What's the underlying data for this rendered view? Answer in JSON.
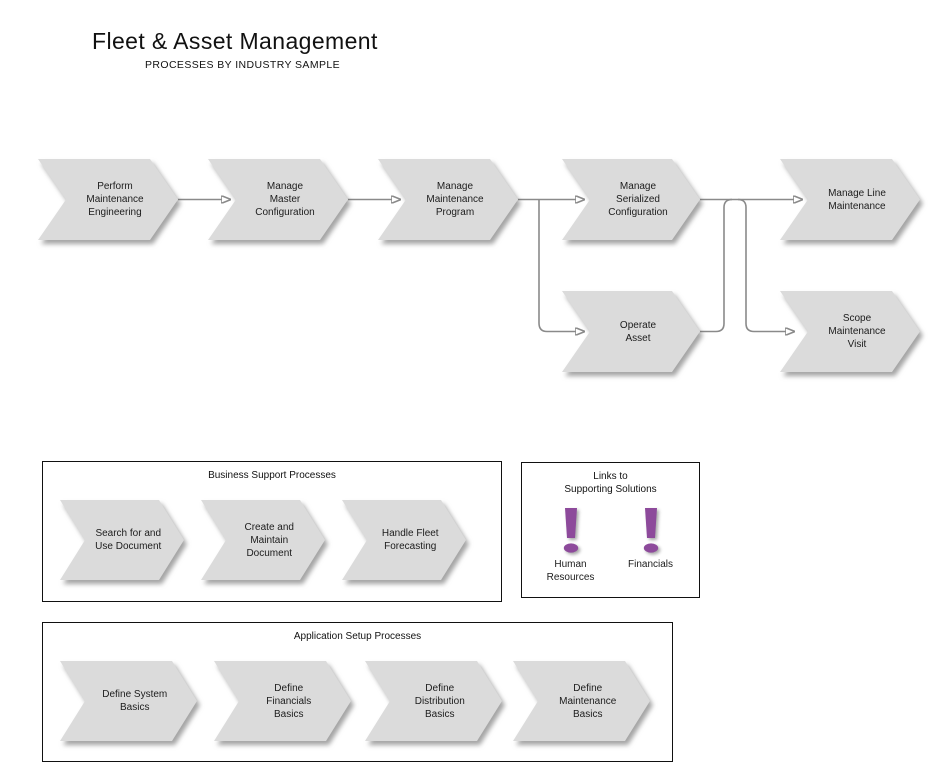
{
  "header": {
    "title": "Fleet & Asset Management",
    "subtitle": "PROCESSES BY INDUSTRY SAMPLE"
  },
  "main_flow": {
    "steps": [
      {
        "label": "Perform\nMaintenance\nEngineering"
      },
      {
        "label": "Manage\nMaster\nConfiguration"
      },
      {
        "label": "Manage\nMaintenance\nProgram"
      },
      {
        "label": "Manage\nSerialized\nConfiguration"
      },
      {
        "label": "Manage Line\nMaintenance"
      },
      {
        "label": "Operate\nAsset"
      },
      {
        "label": "Scope\nMaintenance\nVisit"
      }
    ]
  },
  "business_support": {
    "title": "Business Support Processes",
    "steps": [
      {
        "label": "Search for and\nUse Document"
      },
      {
        "label": "Create and\nMaintain\nDocument"
      },
      {
        "label": "Handle Fleet\nForecasting"
      }
    ]
  },
  "links": {
    "title": "Links to\nSupporting Solutions",
    "items": [
      {
        "icon": "exclamation-icon",
        "label": "Human\nResources"
      },
      {
        "icon": "exclamation-icon",
        "label": "Financials"
      }
    ]
  },
  "app_setup": {
    "title": "Application Setup Processes",
    "steps": [
      {
        "label": "Define System\nBasics"
      },
      {
        "label": "Define\nFinancials\nBasics"
      },
      {
        "label": "Define\nDistribution\nBasics"
      },
      {
        "label": "Define\nMaintenance\nBasics"
      }
    ]
  },
  "colors": {
    "chevron_fill": "#dbdbdb",
    "connector": "#8a8a8a",
    "box_border": "#111111",
    "accent_purple": "#8d4a9b",
    "text": "#1c1c1c"
  }
}
